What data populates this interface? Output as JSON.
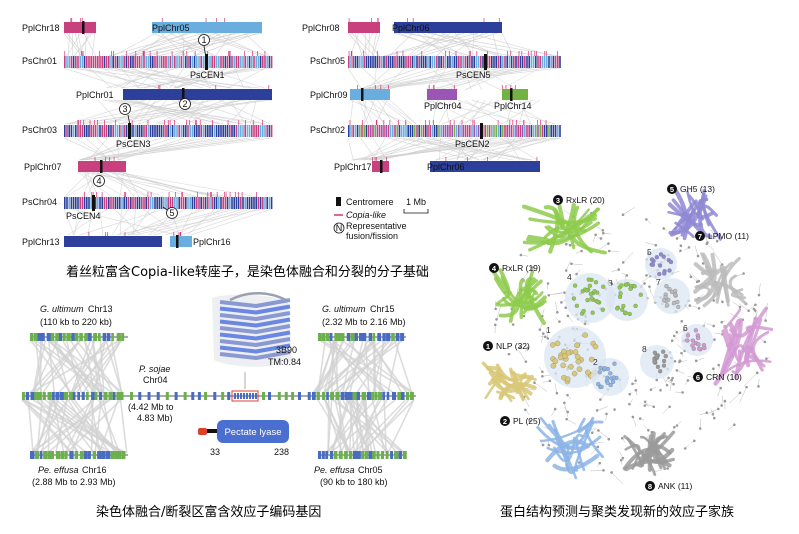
{
  "captions": {
    "top": "着丝粒富含Copia-like转座子，是染色体融合和分裂的分子基础",
    "bottom_left": "染色体融合/断裂区富含效应子编码基因",
    "bottom_right": "蛋白结构预测与聚类发现新的效应子家族"
  },
  "top_panel": {
    "left": {
      "PplChr18": "PplChr18",
      "PplChr05": "PplChr05",
      "PsChr01": "PsChr01",
      "PsCEN1": "PsCEN1",
      "PplChr01": "PplChr01",
      "PsChr03": "PsChr03",
      "PsCEN3": "PsCEN3",
      "PplChr07": "PplChr07",
      "PsChr04": "PsChr04",
      "PsCEN4": "PsCEN4",
      "PplChr13": "PplChr13",
      "PplChr16": "PplChr16"
    },
    "right": {
      "PplChr08": "PplChr08",
      "PplChr06_top": "PplChr06",
      "PsChr05": "PsChr05",
      "PsCEN5": "PsCEN5",
      "PplChr09": "PplChr09",
      "PplChr04": "PplChr04",
      "PplChr14": "PplChr14",
      "PsChr02": "PsChr02",
      "PsCEN2": "PsCEN2",
      "PplChr17": "PplChr17",
      "PplChr06_bottom": "PplChr06"
    },
    "markers": [
      "1",
      "2",
      "3",
      "4",
      "5"
    ],
    "legend": {
      "centromere": "Centromere",
      "copia": "Copia-like",
      "scale": "1 Mb",
      "n_symbol": "N",
      "representative_line1": "Representative",
      "representative_line2": "fusion/fission"
    },
    "colors": {
      "pink": "#c8407e",
      "light_blue": "#6aaee0",
      "dark_blue": "#2c3f9a",
      "purple": "#9a55b5",
      "green": "#72b242",
      "copia_red": "#d8327a",
      "link_grey": "#cfcfcf"
    }
  },
  "bottom_left": {
    "g_ultimum_chr13_species": "G. ultimum",
    "g_ultimum_chr13_chr": " Chr13",
    "g_ultimum_chr13_range": "(110 kb to 220 kb)",
    "g_ultimum_chr15_species": "G. ultimum",
    "g_ultimum_chr15_chr": " Chr15",
    "g_ultimum_chr15_range": "(2.32 Mb to 2.16 Mb)",
    "p_sojae_species": "P. sojae",
    "p_sojae_chr": "Chr04",
    "p_sojae_range_line1": "(4.42 Mb to",
    "p_sojae_range_line2": "4.83 Mb)",
    "pe_effusa_chr16_species": "Pe. effusa",
    "pe_effusa_chr16_chr": " Chr16",
    "pe_effusa_chr16_range": "(2.88 Mb to 2.93 Mb)",
    "pe_effusa_chr05_species": "Pe. effusa",
    "pe_effusa_chr05_chr": " Chr05",
    "pe_effusa_chr05_range": "(90 kb to 180 kb)",
    "structure_id": "3B90",
    "structure_tm": "TM:0.84",
    "domain_name": "Pectate lyase",
    "domain_start": "33",
    "domain_end": "238",
    "colors": {
      "gene_green": "#6bb04c",
      "gene_blue": "#4a6cc0",
      "domain_blue": "#4b6fd0",
      "link": "#d2d2d2"
    }
  },
  "bottom_right": {
    "families": [
      {
        "num": "1",
        "name": "NLP (32)"
      },
      {
        "num": "2",
        "name": "PL (25)"
      },
      {
        "num": "3",
        "name": "RxLR (20)"
      },
      {
        "num": "4",
        "name": "RxLR (19)"
      },
      {
        "num": "5",
        "name": "GH5 (13)"
      },
      {
        "num": "6",
        "name": "CRN (10)"
      },
      {
        "num": "7",
        "name": "LPMO (11)"
      },
      {
        "num": "8",
        "name": "ANK (11)"
      }
    ],
    "cluster_numbers": [
      "1",
      "2",
      "3",
      "4",
      "5",
      "6",
      "7",
      "8"
    ],
    "colors": {
      "nlp": "#d8c878",
      "pl": "#8cb4e6",
      "rxlr": "#8ecb4c",
      "gh5": "#8f88d4",
      "crn": "#d29ad2",
      "lpmo": "#bcbcbc",
      "ank": "#9a9a9a",
      "node": "#9a9a9a"
    }
  }
}
